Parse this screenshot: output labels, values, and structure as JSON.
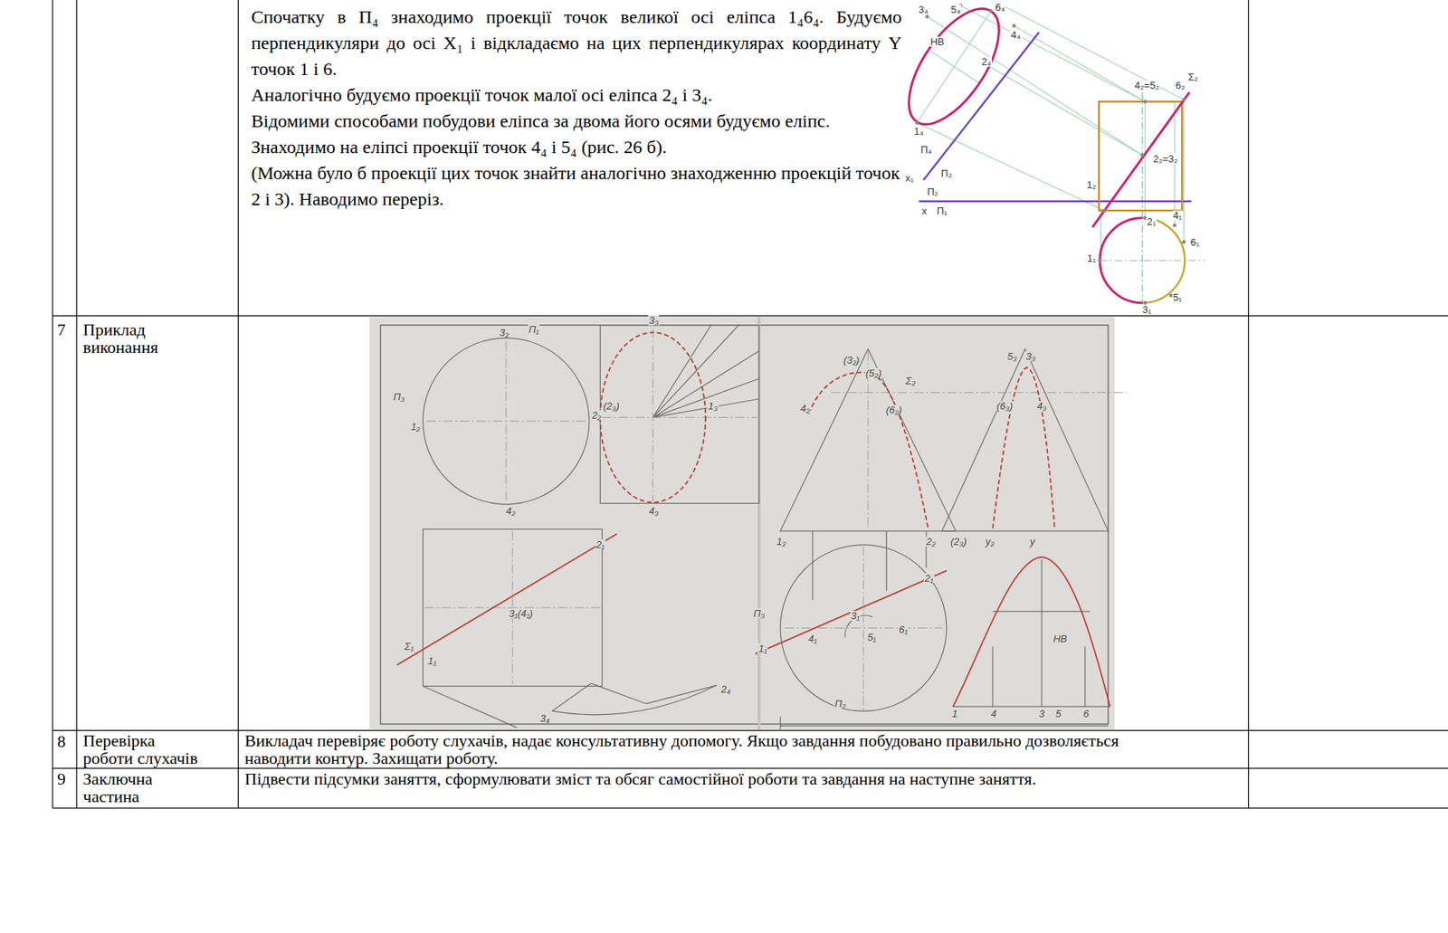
{
  "diagram": {
    "labels": [
      "Спочатку в П₄ знаходимо проекції точок великої осі еліпса 1₄6₄. Будуємо перпендикуляри до осі X₁ і відкладаємо на цих перпендикулярах координату Y точок 1 і 6.",
      "Аналогічно будуємо проекції точок малої осі еліпса 2₄ і 3₄.",
      "Відомими способами побудови еліпса за двома його осями будуємо еліпс.",
      "Знаходимо на еліпсі проекції точок 4₄ і 5₄ (рис. 26 б).",
      "(Можна було б проекції цих точок знайти аналогічно знаходженню проекцій точок 2 і 3). Наводимо переріз.",
      "7",
      "Приклад виконання",
      "8",
      "Перевірка роботи слухачів",
      "Викладач перевіряє роботу слухачів, надає консультативну допомогу. Якщо завдання побудовано правильно дозволяється наводити контур. Захищати роботу.",
      "9",
      "Заключна частина",
      "Підвести підсумки заняття, сформулювати зміст та обсяг самостійної роботи та завдання на наступне заняття.",
      "3₄",
      "5₄",
      "6₄",
      "4₄",
      "НВ",
      "2₄",
      "Σ₂",
      "4₂=5₂",
      "6₂",
      "1₄",
      "2₂=3₂",
      "П₄",
      "x₁",
      "П₂",
      "1₂",
      "П₂",
      "x",
      "П₁",
      "2₁",
      "4₁",
      "6₁",
      "1₁",
      "5₁",
      "3₁",
      "3₂",
      "П₁",
      "П₃",
      "1₂",
      "2₂",
      "4₂",
      "3₃",
      "(2₃)",
      "1₃",
      "4₃",
      "2₁",
      "3₁(4₁)",
      "Σ₁",
      "1₁",
      "3₄",
      "2₄",
      "(3₂)",
      "(5₂)",
      "Σ₂",
      "4₂",
      "(6₂)",
      "1₂",
      "2₂",
      "5₃",
      "3₃",
      "(6₃)",
      "4₃",
      "(2₃)",
      "y₂",
      "y",
      "П₃",
      "2₁",
      "3₁",
      "5₁",
      "6₁",
      "4₁",
      "1₁",
      "П₂",
      "НВ",
      "1",
      "4",
      "3",
      "5",
      "6"
    ]
  }
}
